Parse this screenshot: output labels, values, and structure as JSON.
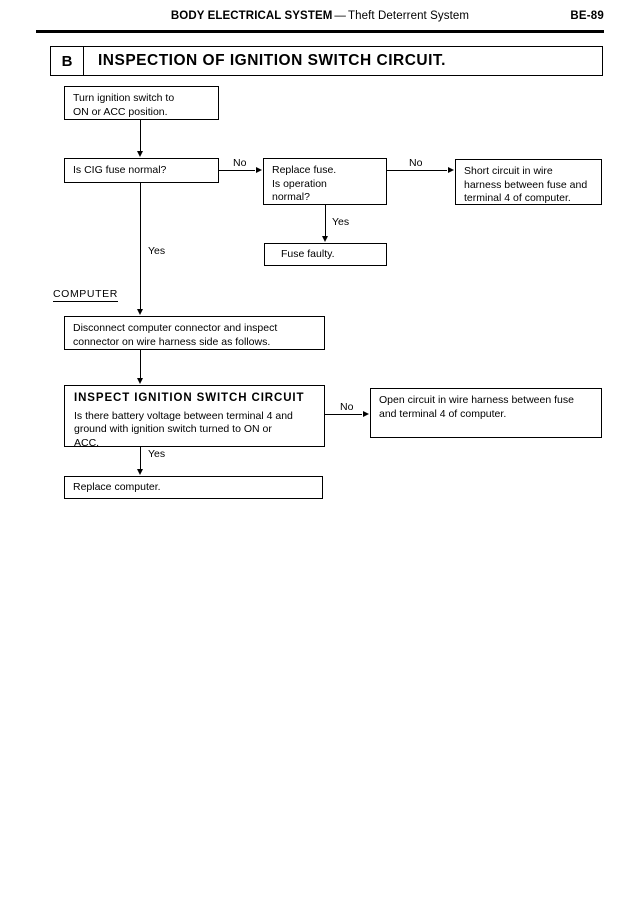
{
  "header": {
    "system_title": "BODY ELECTRICAL SYSTEM",
    "dash": "—",
    "subsystem_title": "Theft Deterrent System",
    "page_number": "BE-89"
  },
  "section": {
    "letter": "B",
    "title": "INSPECTION OF IGNITION SWITCH CIRCUIT."
  },
  "group_labels": {
    "computer": "COMPUTER"
  },
  "flowchart": {
    "type": "flowchart",
    "nodes": [
      {
        "id": "start",
        "kind": "action",
        "lines": [
          "Turn ignition switch to",
          "ON or ACC position."
        ]
      },
      {
        "id": "cig_fuse_check",
        "kind": "decision",
        "lines": [
          "Is CIG fuse normal?"
        ]
      },
      {
        "id": "replace_fuse",
        "kind": "decision",
        "lines": [
          "Replace fuse.",
          "Is operation",
          "normal?"
        ]
      },
      {
        "id": "short_circuit",
        "kind": "terminal",
        "lines": [
          "Short circuit in wire",
          "harness between fuse and",
          "terminal 4 of computer."
        ]
      },
      {
        "id": "fuse_faulty",
        "kind": "terminal",
        "lines": [
          "Fuse faulty."
        ]
      },
      {
        "id": "disconnect_connector",
        "kind": "action",
        "lines": [
          "Disconnect computer connector and inspect",
          "connector on wire harness side as follows."
        ]
      },
      {
        "id": "inspect_ignition_switch_circuit",
        "kind": "inspection",
        "title": "INSPECT  IGNITION  SWITCH  CIRCUIT",
        "lines": [
          "Is there battery voltage between terminal 4 and",
          "ground with ignition switch turned to ON or",
          "ACC."
        ]
      },
      {
        "id": "open_circuit",
        "kind": "terminal",
        "lines": [
          "Open circuit in wire harness between fuse",
          "and terminal 4 of computer."
        ]
      },
      {
        "id": "replace_computer",
        "kind": "terminal",
        "lines": [
          "Replace computer."
        ]
      }
    ],
    "edges": [
      {
        "id": "e1",
        "from": "start",
        "to": "cig_fuse_check",
        "label": ""
      },
      {
        "id": "e2",
        "from": "cig_fuse_check",
        "to": "replace_fuse",
        "label": "No"
      },
      {
        "id": "e3",
        "from": "replace_fuse",
        "to": "short_circuit",
        "label": "No"
      },
      {
        "id": "e4",
        "from": "replace_fuse",
        "to": "fuse_faulty",
        "label": "Yes"
      },
      {
        "id": "e5",
        "from": "cig_fuse_check",
        "to": "disconnect_connector",
        "label": "Yes"
      },
      {
        "id": "e6",
        "from": "disconnect_connector",
        "to": "inspect_ignition_switch_circuit",
        "label": ""
      },
      {
        "id": "e7",
        "from": "inspect_ignition_switch_circuit",
        "to": "open_circuit",
        "label": "No"
      },
      {
        "id": "e8",
        "from": "inspect_ignition_switch_circuit",
        "to": "replace_computer",
        "label": "Yes"
      }
    ]
  },
  "colors": {
    "ink": "#000000",
    "paper": "#ffffff"
  }
}
